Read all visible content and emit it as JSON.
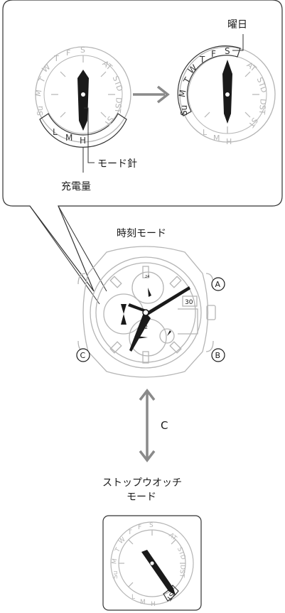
{
  "callout": {
    "label_day": "曜日",
    "label_mode_hand": "モード針",
    "label_charge": "充電量"
  },
  "dial_letters": {
    "days": [
      "S",
      "F",
      "T",
      "W",
      "T",
      "M",
      "Su"
    ],
    "right": [
      "AT",
      "STD",
      "DST",
      "ST"
    ],
    "charge": [
      "L",
      "M",
      "H"
    ]
  },
  "watch": {
    "mode_title": "時刻モード",
    "date_window": "30",
    "twelve": "12",
    "sub_24": "24",
    "buttons": {
      "a": "A",
      "b": "B",
      "c": "C"
    }
  },
  "transition": {
    "button_label": "C"
  },
  "stopwatch": {
    "title_line1": "ストップウオッチ",
    "title_line2": "モード"
  },
  "colors": {
    "outline": "#333333",
    "watch_gray": "#b5b5b5",
    "hand": "#1a1a1a",
    "arrow_gray": "#8a8a8a"
  }
}
